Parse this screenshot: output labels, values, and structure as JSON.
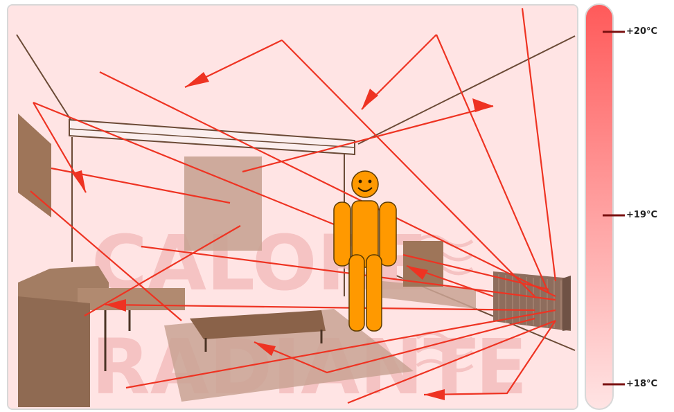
{
  "thermometer": {
    "labels": [
      "+20°C",
      "+19°C",
      "+18°C"
    ],
    "gradient_top": "#ff5a5a",
    "gradient_bottom": "#ffe4e4"
  },
  "watermark": {
    "lines": [
      "CALORE",
      "RADIANTE"
    ],
    "color": "#f2b8b8"
  },
  "scene": {
    "background": "#ffe4e4",
    "figure_color": "#ff9900",
    "ray_color": "#ee3322",
    "furniture_color": "#a37d63",
    "heater_icon": "radiant-panel-icon",
    "person_icon": "smiling-person-icon"
  }
}
